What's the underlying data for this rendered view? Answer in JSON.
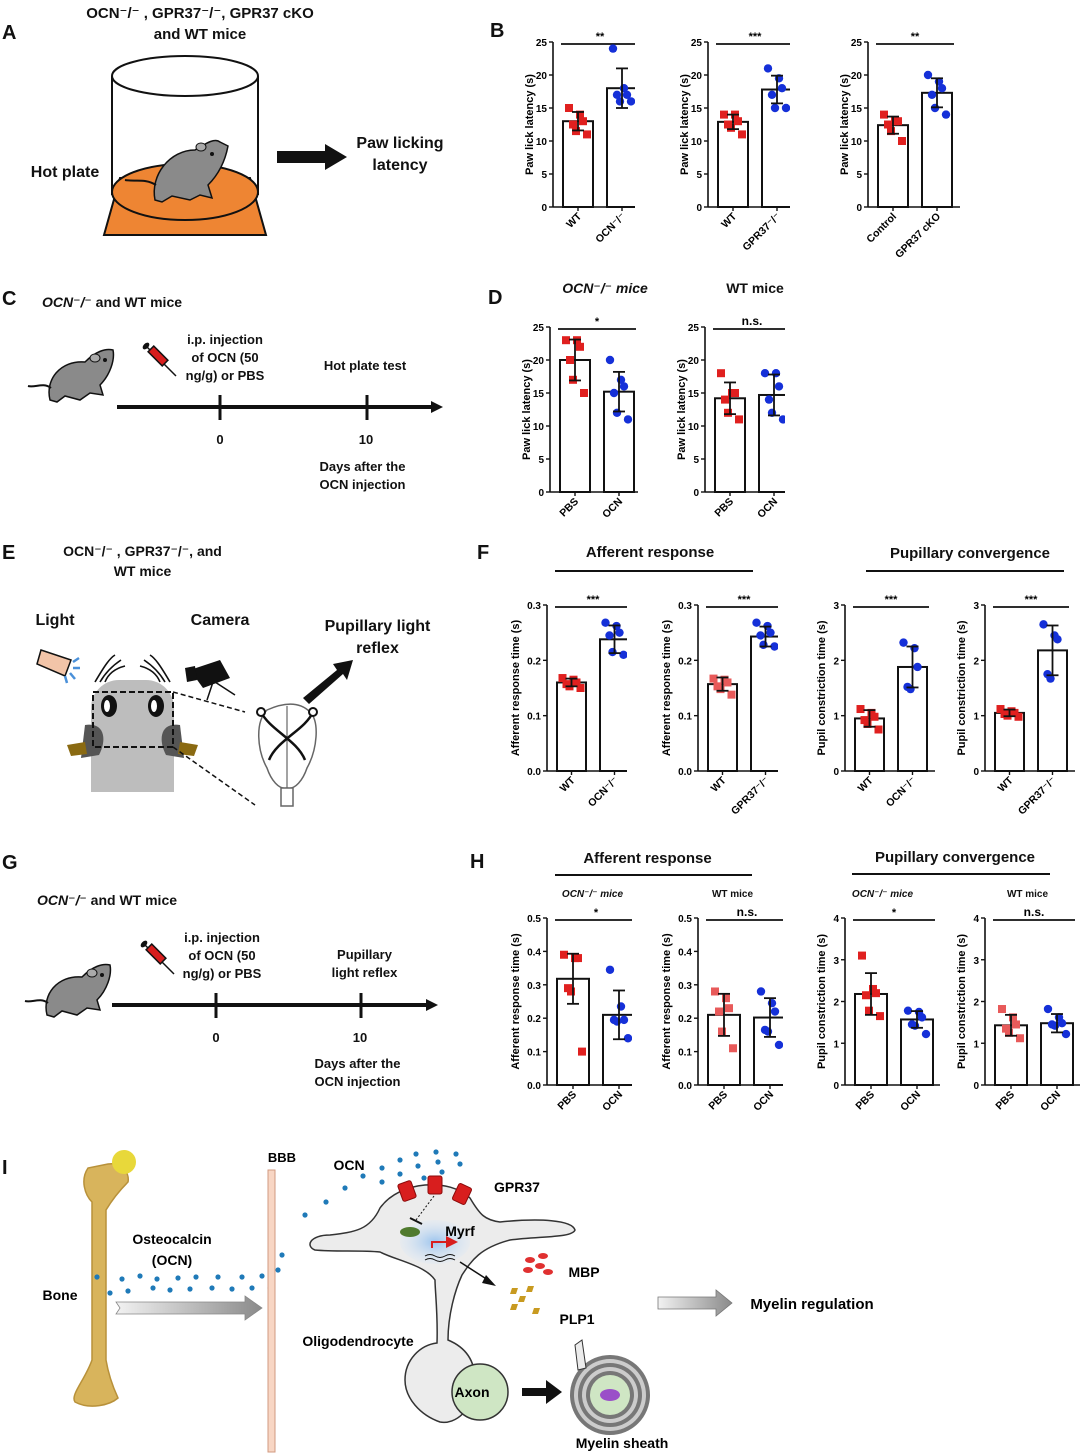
{
  "panels": {
    "A": {
      "letter": "A",
      "title_line1": "OCN⁻/⁻ , GPR37⁻/⁻, GPR37 cKO",
      "title_line2": "and WT mice",
      "hot_plate_label": "Hot plate",
      "outcome_line1": "Paw licking",
      "outcome_line2": "latency"
    },
    "C": {
      "letter": "C",
      "mice_label_italic": "OCN⁻/⁻",
      "mice_label_rest": " and WT mice",
      "injection_line1": "i.p. injection",
      "injection_line2": "of OCN (50",
      "injection_line3": "ng/g) or PBS",
      "test_label": "Hot plate test",
      "tick0": "0",
      "tick10": "10",
      "axis_line1": "Days after the",
      "axis_line2": "OCN injection"
    },
    "E": {
      "letter": "E",
      "title_line1": "OCN⁻/⁻ , GPR37⁻/⁻, and",
      "title_line2": "WT mice",
      "light_label": "Light",
      "camera_label": "Camera",
      "outcome_line1": "Pupillary light",
      "outcome_line2": "reflex"
    },
    "G": {
      "letter": "G",
      "mice_label_italic": "OCN⁻/⁻",
      "mice_label_rest": " and WT mice",
      "injection_line1": "i.p. injection",
      "injection_line2": "of OCN (50",
      "injection_line3": "ng/g) or PBS",
      "test_line1": "Pupillary",
      "test_line2": "light reflex",
      "tick0": "0",
      "tick10": "10",
      "axis_line1": "Days after the",
      "axis_line2": "OCN injection"
    },
    "B": {
      "letter": "B"
    },
    "D": {
      "letter": "D",
      "title_left": "OCN⁻/⁻ mice",
      "title_right": "WT mice"
    },
    "F": {
      "letter": "F",
      "group_left": "Afferent response",
      "group_right": "Pupillary convergence"
    },
    "H": {
      "letter": "H",
      "group_left": "Afferent response",
      "group_right": "Pupillary convergence"
    },
    "I": {
      "letter": "I",
      "bone_label": "Bone",
      "ocn_line1": "Osteocalcin",
      "ocn_line2": "(OCN)",
      "bbb_label": "BBB",
      "ocn_label": "OCN",
      "gpr37_label": "GPR37",
      "myrf_label": "Myrf",
      "mbp_label": "MBP",
      "plp1_label": "PLP1",
      "oligo_label": "Oligodendrocyte",
      "axon_label": "Axon",
      "sheath_label": "Myelin sheath",
      "regulation_label": "Myelin regulation"
    }
  },
  "colors": {
    "red_marker": "#e0201f",
    "blue_marker": "#1530d8",
    "light_red_marker": "#e85a5a",
    "orange_plate": "#ee8533",
    "mouse_gray": "#8a8a8a",
    "ocn_dot": "#1f7ab8"
  },
  "chart_data": [
    {
      "id": "B1",
      "type": "bar",
      "panel": "B",
      "ylabel": "Paw lick latency (s)",
      "ylim": [
        0,
        25
      ],
      "yticks": [
        "0",
        "5",
        "10",
        "15",
        "20",
        "25"
      ],
      "categories": [
        "WT",
        "OCN⁻/⁻"
      ],
      "significance": "**",
      "series": [
        {
          "name": "WT",
          "mean": 13.0,
          "sd": 1.4,
          "marker": "square",
          "points": [
            15,
            14,
            13,
            12.5,
            11.5,
            11
          ]
        },
        {
          "name": "OCN⁻/⁻",
          "mean": 18.0,
          "sd": 3.0,
          "marker": "circle",
          "points": [
            24,
            18,
            17,
            17,
            16,
            16
          ]
        }
      ]
    },
    {
      "id": "B2",
      "type": "bar",
      "panel": "B",
      "ylabel": "Paw lick latency (s)",
      "ylim": [
        0,
        25
      ],
      "yticks": [
        "0",
        "5",
        "10",
        "15",
        "20",
        "25"
      ],
      "categories": [
        "WT",
        "GPR37⁻/⁻"
      ],
      "significance": "***",
      "series": [
        {
          "name": "WT",
          "mean": 12.9,
          "sd": 1.1,
          "marker": "square",
          "points": [
            14,
            14,
            13,
            12.5,
            12,
            11
          ]
        },
        {
          "name": "GPR37⁻/⁻",
          "mean": 17.8,
          "sd": 2.1,
          "marker": "circle",
          "points": [
            21,
            19.5,
            18,
            17,
            15,
            15
          ]
        }
      ]
    },
    {
      "id": "B3",
      "type": "bar",
      "panel": "B",
      "ylabel": "Paw lick latency (s)",
      "ylim": [
        0,
        25
      ],
      "yticks": [
        "0",
        "5",
        "10",
        "15",
        "20",
        "25"
      ],
      "categories": [
        "Control",
        "GPR37 cKO"
      ],
      "significance": "**",
      "series": [
        {
          "name": "Control",
          "mean": 12.4,
          "sd": 1.3,
          "marker": "square",
          "points": [
            14,
            13,
            13,
            12.5,
            11.5,
            10
          ]
        },
        {
          "name": "GPR37 cKO",
          "mean": 17.3,
          "sd": 2.2,
          "marker": "circle",
          "points": [
            20,
            19,
            18,
            17,
            15,
            14
          ]
        }
      ]
    },
    {
      "id": "D1",
      "type": "bar",
      "panel": "D",
      "title": "OCN⁻/⁻ mice",
      "ylabel": "Paw lick latency (s)",
      "ylim": [
        0,
        25
      ],
      "yticks": [
        "0",
        "5",
        "10",
        "15",
        "20",
        "25"
      ],
      "categories": [
        "PBS",
        "OCN"
      ],
      "significance": "*",
      "series": [
        {
          "name": "PBS",
          "mean": 20.0,
          "sd": 3.1,
          "marker": "square",
          "points": [
            23,
            23,
            22,
            20,
            17,
            15
          ]
        },
        {
          "name": "OCN",
          "mean": 15.2,
          "sd": 3.0,
          "marker": "circle",
          "points": [
            20,
            17,
            16,
            15,
            12,
            11
          ]
        }
      ]
    },
    {
      "id": "D2",
      "type": "bar",
      "panel": "D",
      "title": "WT mice",
      "ylabel": "Paw lick latency (s)",
      "ylim": [
        0,
        25
      ],
      "yticks": [
        "0",
        "5",
        "10",
        "15",
        "20",
        "25"
      ],
      "categories": [
        "PBS",
        "OCN"
      ],
      "significance": "n.s.",
      "series": [
        {
          "name": "PBS",
          "mean": 14.2,
          "sd": 2.4,
          "marker": "square",
          "points": [
            18,
            15,
            15,
            14,
            12,
            11
          ]
        },
        {
          "name": "OCN",
          "mean": 14.7,
          "sd": 3.1,
          "marker": "circle",
          "points": [
            18,
            18,
            16,
            14,
            12,
            11
          ]
        }
      ]
    },
    {
      "id": "F1",
      "type": "bar",
      "panel": "F",
      "group": "Afferent response",
      "ylabel": "Afferent response time (s)",
      "ylim": [
        0,
        0.3
      ],
      "yticks": [
        "0.0",
        "0.1",
        "0.2",
        "0.3"
      ],
      "categories": [
        "WT",
        "OCN⁻/⁻"
      ],
      "significance": "***",
      "series": [
        {
          "name": "WT",
          "mean": 0.16,
          "sd": 0.007,
          "marker": "square",
          "points": [
            0.168,
            0.165,
            0.16,
            0.157,
            0.153,
            0.15
          ]
        },
        {
          "name": "OCN⁻/⁻",
          "mean": 0.238,
          "sd": 0.025,
          "marker": "circle",
          "points": [
            0.268,
            0.262,
            0.25,
            0.245,
            0.215,
            0.21
          ]
        }
      ]
    },
    {
      "id": "F2",
      "type": "bar",
      "panel": "F",
      "group": "Afferent response",
      "ylabel": "Afferent response time (s)",
      "ylim": [
        0,
        0.3
      ],
      "yticks": [
        "0.0",
        "0.1",
        "0.2",
        "0.3"
      ],
      "categories": [
        "WT",
        "GPR37⁻/⁻"
      ],
      "significance": "***",
      "series": [
        {
          "name": "WT",
          "mean": 0.157,
          "sd": 0.012,
          "marker": "square",
          "points": [
            0.167,
            0.165,
            0.16,
            0.153,
            0.148,
            0.138
          ]
        },
        {
          "name": "GPR37⁻/⁻",
          "mean": 0.243,
          "sd": 0.018,
          "marker": "circle",
          "points": [
            0.268,
            0.262,
            0.25,
            0.245,
            0.228,
            0.225
          ]
        }
      ]
    },
    {
      "id": "F3",
      "type": "bar",
      "panel": "F",
      "group": "Pupillary convergence",
      "ylabel": "Pupil constriction time (s)",
      "ylim": [
        0,
        3
      ],
      "yticks": [
        "0",
        "1",
        "2",
        "3"
      ],
      "categories": [
        "WT",
        "OCN⁻/⁻"
      ],
      "significance": "***",
      "series": [
        {
          "name": "WT",
          "mean": 0.95,
          "sd": 0.15,
          "marker": "square",
          "points": [
            1.12,
            1.05,
            0.98,
            0.92,
            0.85,
            0.75
          ]
        },
        {
          "name": "OCN⁻/⁻",
          "mean": 1.88,
          "sd": 0.37,
          "marker": "circle",
          "points": [
            2.32,
            2.22,
            1.88,
            1.52,
            1.48
          ]
        }
      ]
    },
    {
      "id": "F4",
      "type": "bar",
      "panel": "F",
      "group": "Pupillary convergence",
      "ylabel": "Pupil constriction time (s)",
      "ylim": [
        0,
        3
      ],
      "yticks": [
        "0",
        "1",
        "2",
        "3"
      ],
      "categories": [
        "WT",
        "GPR37⁻/⁻"
      ],
      "significance": "***",
      "series": [
        {
          "name": "WT",
          "mean": 1.05,
          "sd": 0.06,
          "marker": "square",
          "points": [
            1.12,
            1.08,
            1.05,
            1.03,
            1.0,
            0.98
          ]
        },
        {
          "name": "GPR37⁻/⁻",
          "mean": 2.18,
          "sd": 0.45,
          "marker": "circle",
          "points": [
            2.65,
            2.45,
            2.38,
            1.75,
            1.67
          ]
        }
      ]
    },
    {
      "id": "H1",
      "type": "bar",
      "panel": "H",
      "group": "Afferent response",
      "title": "OCN⁻/⁻ mice",
      "ylabel": "Afferent response time (s)",
      "ylim": [
        0,
        0.5
      ],
      "yticks": [
        "0.0",
        "0.1",
        "0.2",
        "0.3",
        "0.4",
        "0.5"
      ],
      "categories": [
        "PBS",
        "OCN"
      ],
      "significance": "*",
      "series": [
        {
          "name": "PBS",
          "mean": 0.318,
          "sd": 0.075,
          "marker": "square",
          "points": [
            0.39,
            0.38,
            0.38,
            0.29,
            0.28,
            0.1
          ]
        },
        {
          "name": "OCN",
          "mean": 0.21,
          "sd": 0.073,
          "marker": "circle",
          "points": [
            0.345,
            0.235,
            0.195,
            0.195,
            0.19,
            0.14
          ]
        }
      ]
    },
    {
      "id": "H2",
      "type": "bar",
      "panel": "H",
      "group": "Afferent response",
      "title": "WT mice",
      "ylabel": "Afferent response time (s)",
      "ylim": [
        0,
        0.5
      ],
      "yticks": [
        "0.0",
        "0.1",
        "0.2",
        "0.3",
        "0.4",
        "0.5"
      ],
      "categories": [
        "PBS",
        "OCN"
      ],
      "significance": "n.s.",
      "series": [
        {
          "name": "PBS",
          "mean": 0.21,
          "sd": 0.063,
          "marker": "square",
          "points": [
            0.28,
            0.26,
            0.23,
            0.22,
            0.16,
            0.11
          ]
        },
        {
          "name": "OCN",
          "mean": 0.202,
          "sd": 0.058,
          "marker": "circle",
          "points": [
            0.28,
            0.245,
            0.22,
            0.165,
            0.16,
            0.12
          ]
        }
      ]
    },
    {
      "id": "H3",
      "type": "bar",
      "panel": "H",
      "group": "Pupillary convergence",
      "title": "OCN⁻/⁻ mice",
      "ylabel": "Pupil constriction time (s)",
      "ylim": [
        0,
        4
      ],
      "yticks": [
        "0",
        "1",
        "2",
        "3",
        "4"
      ],
      "categories": [
        "PBS",
        "OCN"
      ],
      "significance": "*",
      "series": [
        {
          "name": "PBS",
          "mean": 2.18,
          "sd": 0.5,
          "marker": "square",
          "points": [
            3.1,
            2.3,
            2.2,
            2.15,
            1.78,
            1.65
          ]
        },
        {
          "name": "OCN",
          "mean": 1.57,
          "sd": 0.2,
          "marker": "circle",
          "points": [
            1.78,
            1.75,
            1.62,
            1.45,
            1.42,
            1.22
          ]
        }
      ]
    },
    {
      "id": "H4",
      "type": "bar",
      "panel": "H",
      "group": "Pupillary convergence",
      "title": "WT mice",
      "ylabel": "Pupil constriction time (s)",
      "ylim": [
        0,
        4
      ],
      "yticks": [
        "0",
        "1",
        "2",
        "3",
        "4"
      ],
      "categories": [
        "PBS",
        "OCN"
      ],
      "significance": "n.s.",
      "series": [
        {
          "name": "PBS",
          "mean": 1.43,
          "sd": 0.25,
          "marker": "square",
          "points": [
            1.82,
            1.62,
            1.45,
            1.35,
            1.25,
            1.12
          ]
        },
        {
          "name": "OCN",
          "mean": 1.48,
          "sd": 0.22,
          "marker": "circle",
          "points": [
            1.82,
            1.62,
            1.48,
            1.45,
            1.42,
            1.22
          ]
        }
      ]
    }
  ]
}
